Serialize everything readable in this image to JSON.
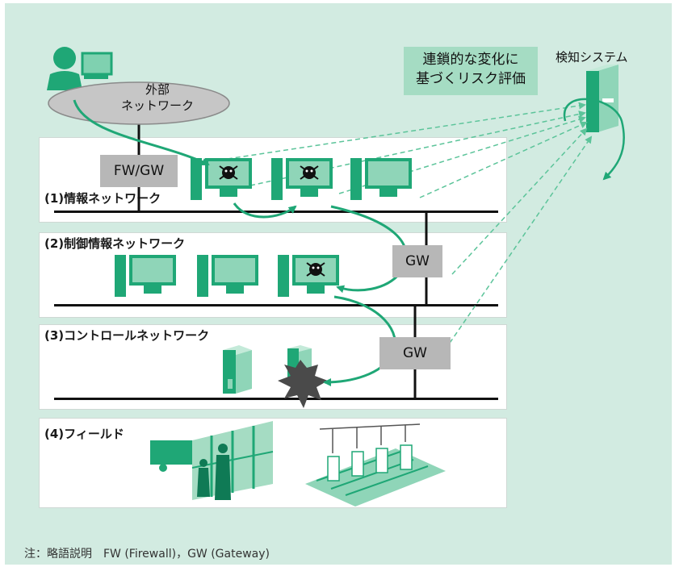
{
  "detection_system": {
    "label": "検知システム"
  },
  "risk_evaluation": {
    "line1": "連鎖的な変化に",
    "line2": "基づくリスク評価"
  },
  "external_network": {
    "line1": "外部",
    "line2": "ネットワーク"
  },
  "networks": [
    {
      "label": "(1)情報ネットワーク"
    },
    {
      "label": "(2)制御情報ネットワーク"
    },
    {
      "label": "(3)コントロールネットワーク"
    },
    {
      "label": "(4)フィールド"
    }
  ],
  "gateways": {
    "fw_gw": "FW/GW",
    "gw1": "GW",
    "gw2": "GW"
  },
  "note": "注：略語説明　FW (Firewall)，GW (Gateway)",
  "colors": {
    "background": "#d2ebe1",
    "green": "#1fa776",
    "light_green": "#a5dcc3",
    "gray_box": "#b7b7b7",
    "dark_line": "#111111"
  }
}
